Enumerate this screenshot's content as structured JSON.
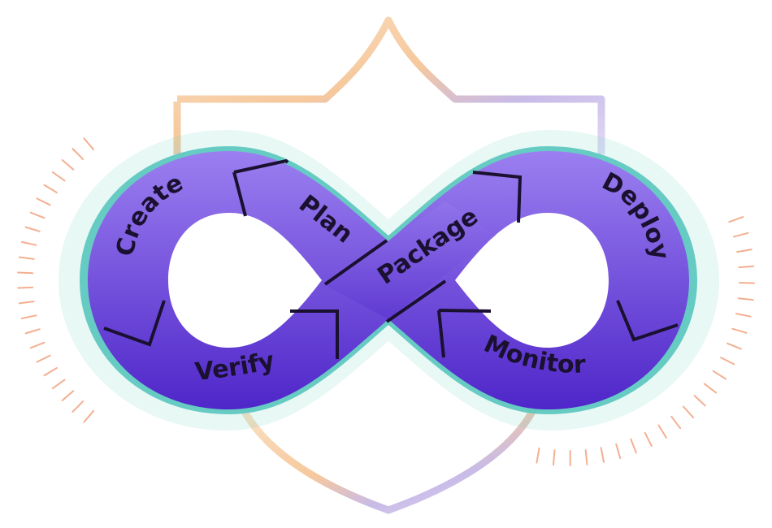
{
  "diagram": {
    "stages": [
      {
        "id": "create",
        "label": "Create"
      },
      {
        "id": "plan",
        "label": "Plan"
      },
      {
        "id": "package",
        "label": "Package"
      },
      {
        "id": "deploy",
        "label": "Deploy"
      },
      {
        "id": "monitor",
        "label": "Monitor"
      },
      {
        "id": "verify",
        "label": "Verify"
      }
    ]
  },
  "colors": {
    "loop_top": "#9b7ff0",
    "loop_bottom": "#4f26c9",
    "outline": "#1a1030",
    "glow": "#7fd8c8",
    "shield_orange": "#f6c592",
    "shield_purple": "#b6a4e0",
    "ticks": "#f2a27e"
  },
  "icons": {
    "shield": "shield-icon",
    "infinity": "infinity-loop-icon"
  }
}
